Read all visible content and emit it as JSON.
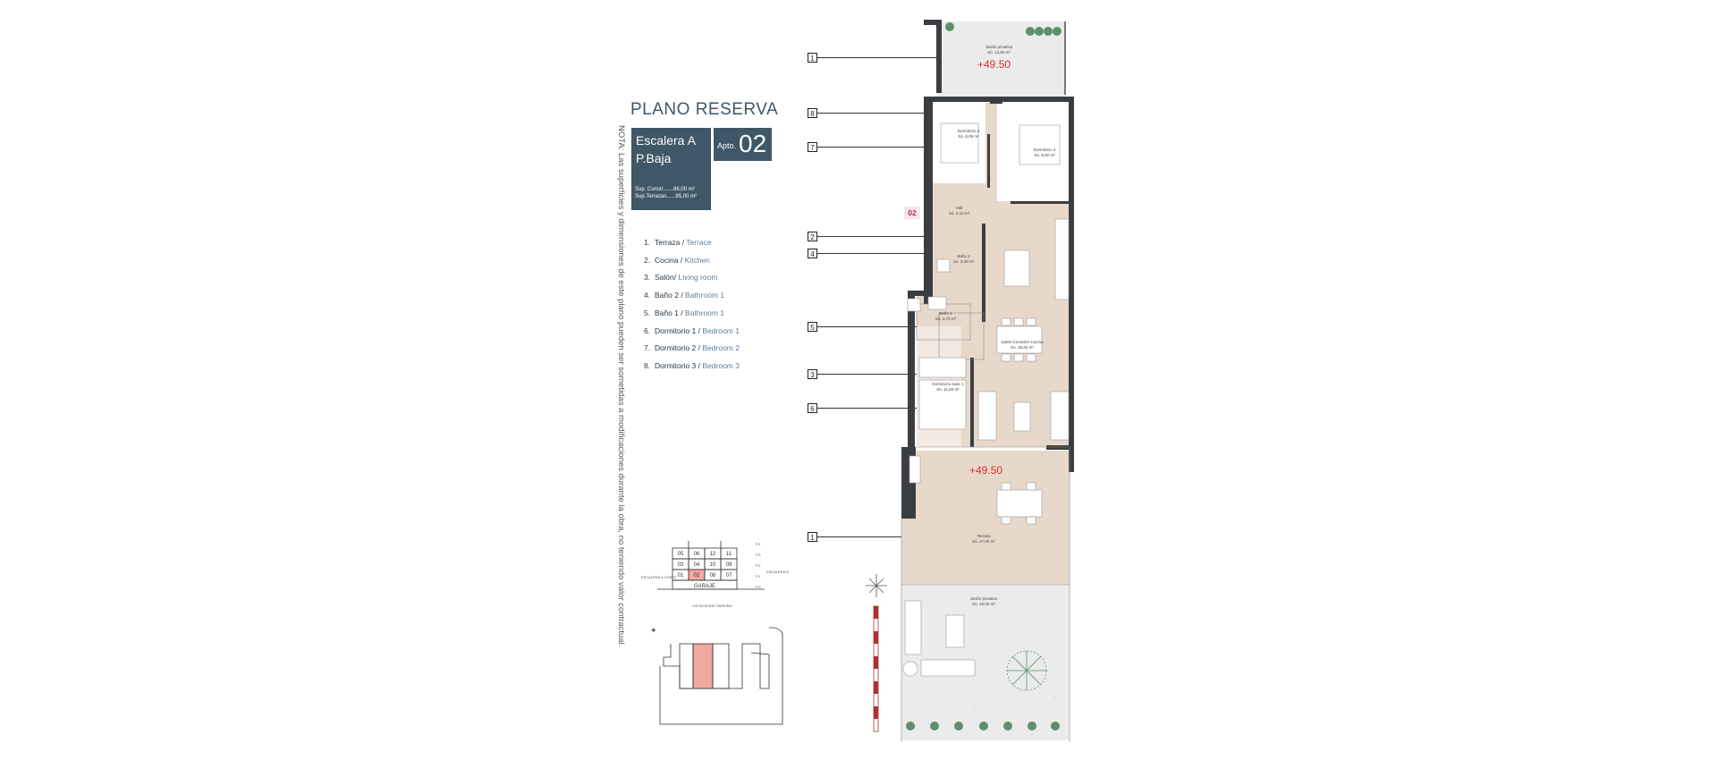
{
  "title": "PLANO RESERVA",
  "stair": {
    "line1": "Escalera A",
    "line2": "P.Baja",
    "sup_constr": "Sup. Constr.......86,00 m²",
    "sup_terrazas": "Sup.Terrazas......85,00 m²"
  },
  "apto": {
    "label": "Apto.",
    "number": "02"
  },
  "nota": "NOTA: Las superficies y dimensiones de este plano pueden ser sometidas a modificaciones durante la obra, no teniendo valor contractual.",
  "legend": [
    {
      "n": "1.",
      "es": "Terraza",
      "en": "Terrace"
    },
    {
      "n": "2.",
      "es": "Cocina",
      "en": "Kitchen"
    },
    {
      "n": "3.",
      "es": "Salón",
      "en": "Living room"
    },
    {
      "n": "4.",
      "es": "Baño 2",
      "en": "Bathroom 1"
    },
    {
      "n": "5.",
      "es": "Baño 1",
      "en": "Bathroom 1"
    },
    {
      "n": "6.",
      "es": "Dormitorio 1",
      "en": "Bedroom 1"
    },
    {
      "n": "7.",
      "es": "Dormitorio 2",
      "en": "Bedroom 2"
    },
    {
      "n": "8.",
      "es": "Dormitorio 3",
      "en": "Bedroom 3"
    }
  ],
  "callouts": [
    "1",
    "8",
    "7",
    "2",
    "4",
    "5",
    "3",
    "6",
    "1"
  ],
  "apt_tag": "02",
  "levels": {
    "top": "+49.50",
    "bottom": "+49.50"
  },
  "rooms": {
    "jardin_top": [
      "Jardín privativo",
      "Sú. 12,00 m²"
    ],
    "dorm2": [
      "Dormitorio 2",
      "Sú. 8,09 m²"
    ],
    "dorm3": [
      "Dormitorio 3",
      "Sú. 9,90 m²"
    ],
    "hall": [
      "Hall",
      "Sú. 4,10 m²"
    ],
    "bano2": [
      "Baño 2",
      "Sú. 3,40 m²"
    ],
    "bano1": [
      "Baño 1",
      "Sú. 3,70 m²"
    ],
    "salon": [
      "Salón-Comedor-Cocina",
      "Sú. 35,60 m²"
    ],
    "dorm1": [
      "Dormitorio suite 1",
      "Sú. 11,60 m²"
    ],
    "terraza": [
      "Terraza",
      "Sú. 27,00 m²"
    ],
    "jardin_bottom": [
      "Jardín privativo",
      "Sú. 45,00 m²"
    ]
  },
  "keyplan": {
    "rows": [
      [
        "05",
        "06",
        "12",
        "11"
      ],
      [
        "03",
        "04",
        "10",
        "09"
      ],
      [
        "01",
        "02",
        "08",
        "07"
      ]
    ],
    "garage": "GARAJE",
    "floors": [
      "P.4",
      "P.3",
      "P.2",
      "P.1",
      "P.0"
    ],
    "left_label": "ESCALERA A CORTE",
    "right_label": "ESCALERA B",
    "view": "VISTA DESDE PARKING",
    "highlight": "02"
  },
  "colors": {
    "wall": "#3a3e42",
    "floor": "#e8d8ca",
    "garden": "#ebebeb",
    "title": "#3f5766",
    "level": "#d93030",
    "highlight": "#f2a7a0"
  }
}
